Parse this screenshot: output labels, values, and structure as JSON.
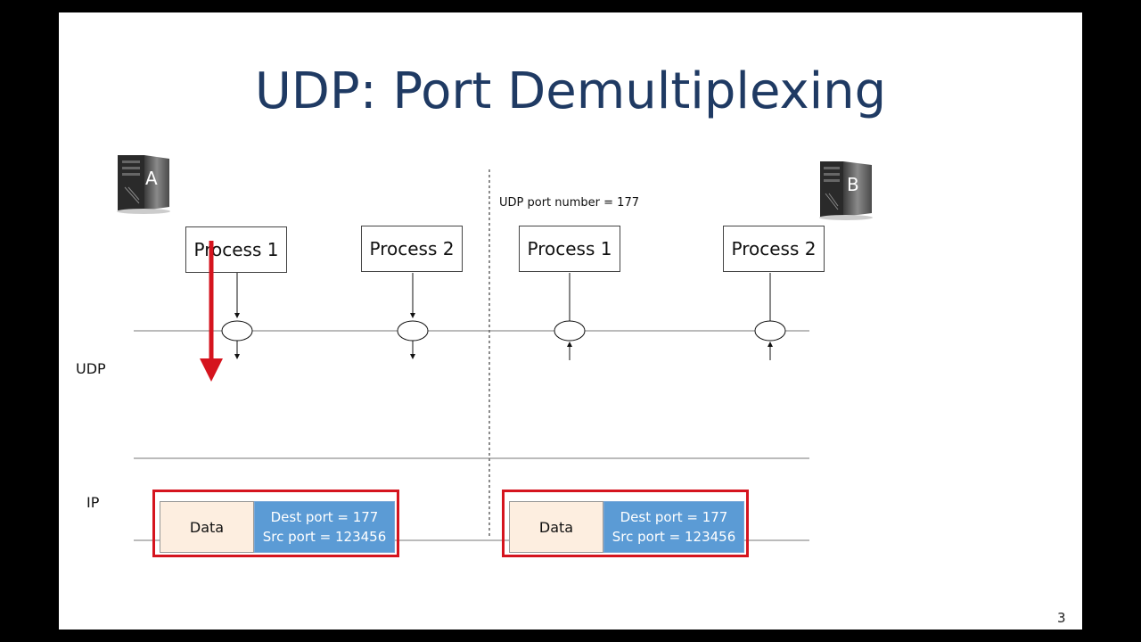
{
  "slide": {
    "title": "UDP: Port Demultiplexing",
    "page_number": "3"
  },
  "hosts": {
    "a": {
      "letter": "A",
      "icon": "server-icon"
    },
    "b": {
      "letter": "B",
      "icon": "server-icon"
    }
  },
  "port_annotation": "UDP port number = 177",
  "processes": {
    "a1": "Process 1",
    "a2": "Process 2",
    "b1": "Process 1",
    "b2": "Process 2"
  },
  "layers": {
    "udp": "UDP",
    "ip": "IP"
  },
  "packets": {
    "left": {
      "data": "Data",
      "dest": "Dest port = 177",
      "src": "Src port = 123456"
    },
    "right": {
      "data": "Data",
      "dest": "Dest port = 177",
      "src": "Src port = 123456"
    }
  },
  "colors": {
    "title": "#1f3a63",
    "highlight": "#d5141e",
    "header_blue": "#5b9bd5",
    "data_fill": "#fdeee0"
  }
}
